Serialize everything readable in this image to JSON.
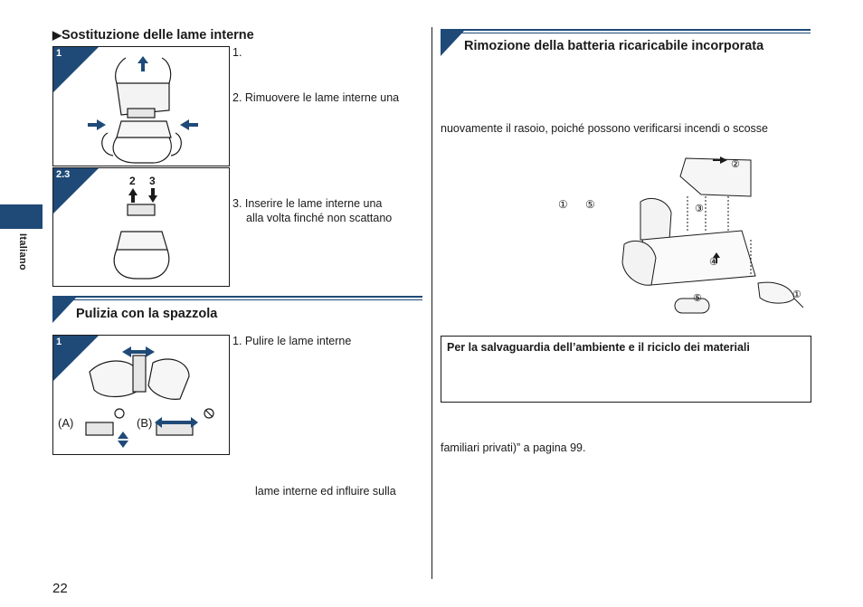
{
  "page": {
    "number": "22",
    "side_tab_label": "Italiano"
  },
  "left": {
    "section1": {
      "heading": "Sostituzione delle lame interne",
      "fig1_label": "1",
      "fig2_label": "2.3",
      "fig2_numbers": [
        "2",
        "3"
      ],
      "steps": [
        "1.",
        "2. Rimuovere le lame interne una",
        "3. Inserire le lame interne una",
        "alla volta finché non scattano"
      ]
    },
    "section2": {
      "heading": "Pulizia con la spazzola",
      "fig_label": "1",
      "fig_markers": {
        "a": "(A)",
        "b": "(B)"
      },
      "step1": "1. Pulire le lame interne",
      "trailing_text": "lame interne ed influire sulla"
    }
  },
  "right": {
    "section": {
      "heading": "Rimozione della batteria ricaricabile incorporata",
      "line1": "nuovamente il rasoio, poiché possono verificarsi incendi o scosse",
      "range_start": "①",
      "range_end": "⑤",
      "diagram_markers": [
        "①",
        "②",
        "③",
        "④",
        "⑤"
      ]
    },
    "env_box": {
      "title": "Per la salvaguardia dell’ambiente e il riciclo dei materiali"
    },
    "footer_line": "familiari privati)” a pagina 99."
  },
  "colors": {
    "accent": "#1f4a78",
    "text": "#1a1a1a"
  }
}
